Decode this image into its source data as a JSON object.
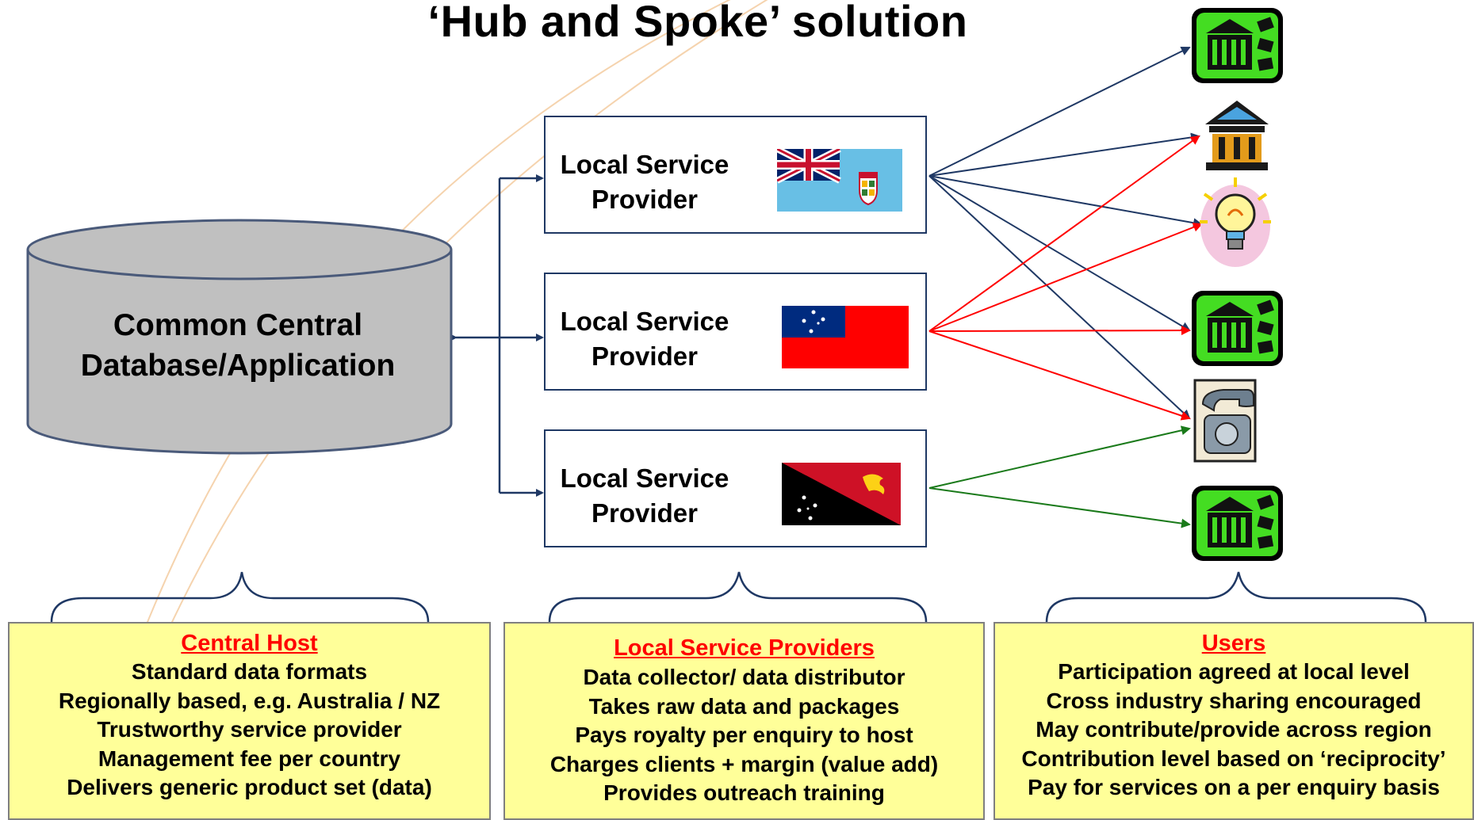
{
  "title": "‘Hub and Spoke’ solution",
  "database": {
    "line1": "Common Central",
    "line2": "Database/Application"
  },
  "providers": [
    {
      "line1": "Local Service",
      "line2": "Provider"
    },
    {
      "line1": "Local Service",
      "line2": "Provider"
    },
    {
      "line1": "Local Service",
      "line2": "Provider"
    }
  ],
  "user_icons": [
    "bank-money-icon",
    "bank-building-icon",
    "lightbulb-icon",
    "bank-money-icon",
    "telephone-icon",
    "bank-money-icon"
  ],
  "connection_colors": {
    "provider_1": "#1f3864",
    "provider_2": "#ff0000",
    "provider_3": "#1a7a1a"
  },
  "boxes": {
    "central": {
      "heading": "Central Host",
      "lines": [
        "Standard data formats",
        "Regionally based, e.g. Australia / NZ",
        "Trustworthy service provider",
        "Management fee per country",
        "Delivers generic product set (data)"
      ]
    },
    "local": {
      "heading": "Local Service Providers",
      "lines": [
        "Data collector/ data distributor",
        "Takes raw data and packages",
        "Pays royalty per enquiry to host",
        "Charges clients + margin (value add)",
        "Provides outreach training"
      ]
    },
    "users": {
      "heading": "Users",
      "lines": [
        "Participation agreed at local level",
        "Cross industry sharing encouraged",
        "May contribute/provide across region",
        "Contribution level based on ‘reciprocity’",
        "Pay for services on a per enquiry basis"
      ]
    }
  }
}
